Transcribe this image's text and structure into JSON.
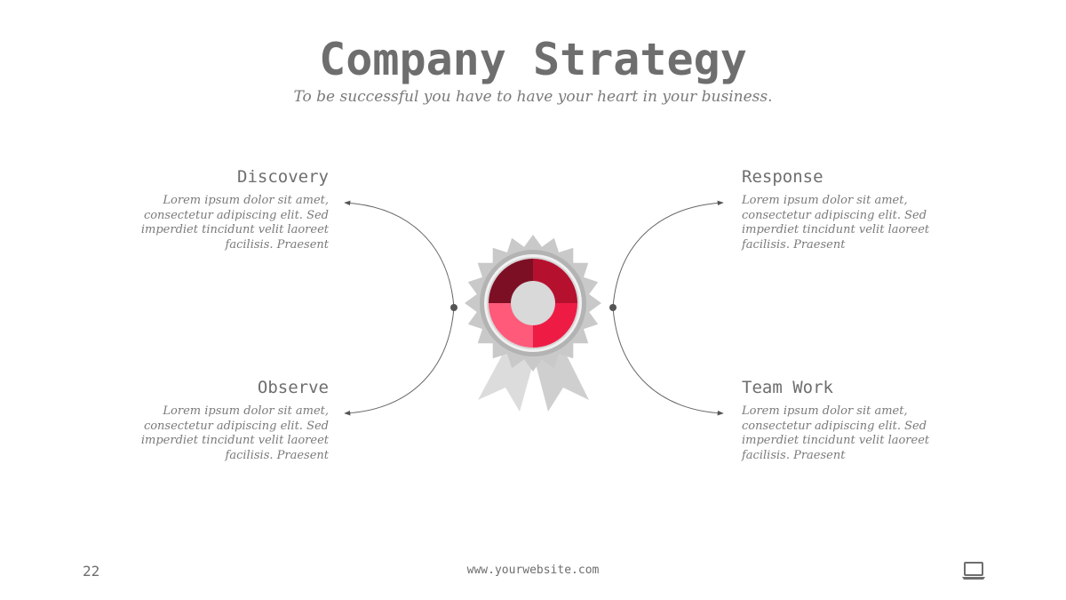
{
  "title": "Company Strategy",
  "subtitle": "To be successful you have to have your heart in your business.",
  "items": [
    {
      "heading": "Discovery",
      "text": "Lorem ipsum dolor sit amet, consectetur adipiscing elit. Sed imperdiet tincidunt velit laoreet facilisis. Praesent"
    },
    {
      "heading": "Response",
      "text": "Lorem ipsum dolor sit amet, consectetur adipiscing elit. Sed imperdiet tincidunt velit laoreet facilisis. Praesent"
    },
    {
      "heading": "Observe",
      "text": "Lorem ipsum dolor sit amet, consectetur adipiscing elit. Sed imperdiet tincidunt velit laoreet facilisis. Praesent"
    },
    {
      "heading": "Team Work",
      "text": "Lorem ipsum dolor sit amet, consectetur adipiscing elit. Sed imperdiet tincidunt velit laoreet facilisis. Praesent"
    }
  ],
  "footer": {
    "page_number": "22",
    "website": "www.yourwebsite.com"
  },
  "icons": {
    "center": "award-ribbon-icon",
    "footer": "laptop-icon"
  },
  "colors": {
    "segment_dark": "#7d0f24",
    "segment_red": "#b5112f",
    "segment_pink": "#ff5a7a",
    "segment_bright": "#ee1c45",
    "badge_gray": "#c9c9c9",
    "text_gray": "#6e6e6e"
  }
}
